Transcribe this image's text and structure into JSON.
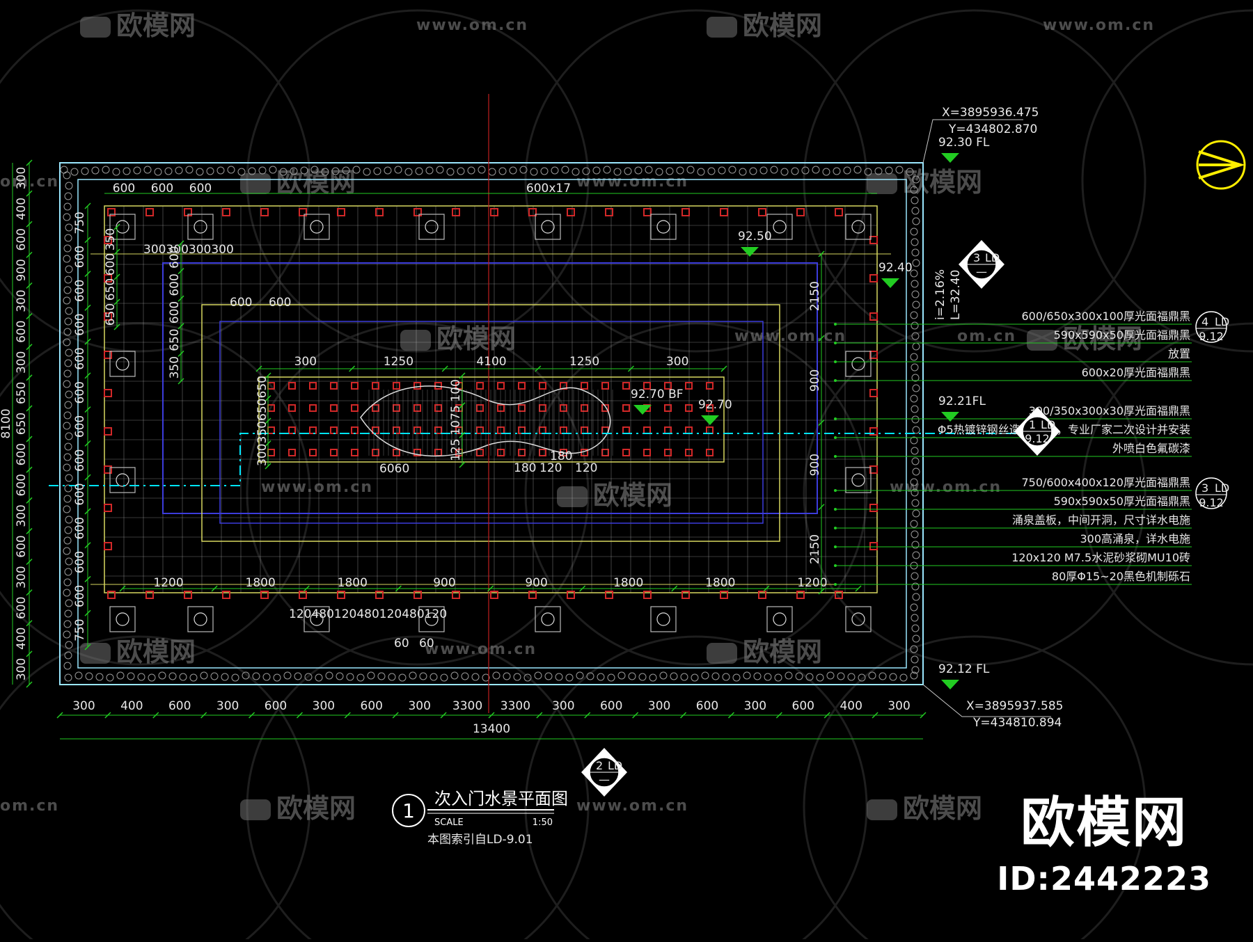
{
  "watermarks": {
    "logo_text": "欧模网",
    "url": "www.om.cn",
    "url_short": "om.cn"
  },
  "brand": {
    "logo": "欧模网",
    "id": "ID:2442223"
  },
  "colors": {
    "background": "#000000",
    "boundary": "#9be7ff",
    "dimension": "#22cc22",
    "paving": "#d8d860",
    "pool": "#3c3cdc",
    "pier": "#d22828",
    "axis": "#00e5ff",
    "level": "#22cc22",
    "north": "#ffee00"
  },
  "title": {
    "number": "1",
    "name": "次入门水景平面图",
    "scale_label": "SCALE",
    "scale": "1:50",
    "index_note": "本图索引自LD-9.01"
  },
  "north_arrow": {
    "icon": "north-arrow-icon"
  },
  "coordinates": {
    "top": {
      "x": "X=3895936.475",
      "y": "Y=434802.870"
    },
    "bottom": {
      "x": "X=3895937.585",
      "y": "Y=434810.894"
    }
  },
  "levels": {
    "top_fl": "92.30 FL",
    "pool_1": "92.50",
    "pool_2": "92.40",
    "center_bf": "92.70 BF",
    "center": "92.70",
    "mid_fl": "92.21FL",
    "bottom_fl": "92.12 FL"
  },
  "slope": {
    "gradient": "i=2.16%",
    "length": "L=32.40"
  },
  "section_marks": [
    {
      "num": "3",
      "sheet": "LD",
      "ref": "—"
    },
    {
      "num": "1",
      "sheet": "LD",
      "ref": "9.12"
    },
    {
      "num": "2",
      "sheet": "LD",
      "ref": "—"
    }
  ],
  "callouts": [
    {
      "text": "600/650x300x100厚光面福鼎黑",
      "tag_num": "4",
      "tag_sheet": "LD",
      "tag_ref": "9.12"
    },
    {
      "text": "590x590x50厚光面福鼎黑"
    },
    {
      "text": "放置"
    },
    {
      "text": "600x20厚光面福鼎黑"
    },
    {
      "text": "300/350x300x30厚光面福鼎黑"
    },
    {
      "text": "Φ5热镀锌钢丝造型@25，专业厂家二次设计并安装"
    },
    {
      "text": "外喷白色氟碳漆"
    },
    {
      "text": "750/600x400x120厚光面福鼎黑",
      "tag_num": "3",
      "tag_sheet": "LD",
      "tag_ref": "9.12"
    },
    {
      "text": "590x590x50厚光面福鼎黑"
    },
    {
      "text": "涌泉盖板，中间开洞，尺寸详水电施"
    },
    {
      "text": "300高涌泉，详水电施"
    },
    {
      "text": "120x120 M7.5水泥砂浆砌MU10砖"
    },
    {
      "text": "80厚Φ15~20黑色机制砾石"
    }
  ],
  "dims": {
    "left": [
      "300",
      "400",
      "600",
      "900",
      "300",
      "600",
      "300",
      "650",
      "650",
      "600",
      "600",
      "300",
      "600",
      "300",
      "600",
      "400",
      "300"
    ],
    "left_total": "8100",
    "left_inner": [
      "750",
      "600",
      "600",
      "600",
      "600",
      "600",
      "600",
      "600",
      "600",
      "600",
      "600",
      "600",
      "750"
    ],
    "bottom": [
      "300",
      "400",
      "600",
      "300",
      "600",
      "300",
      "600",
      "300",
      "3300",
      "3300",
      "300",
      "600",
      "300",
      "600",
      "300",
      "600",
      "400",
      "300"
    ],
    "bottom_total": "13400",
    "top_inner": [
      "600",
      "600",
      "600",
      "600x17"
    ],
    "inner_row_a": [
      "1200",
      "1800",
      "1800",
      "900",
      "900",
      "1800",
      "1800",
      "1200"
    ],
    "inner_row_b": [
      "300",
      "1250",
      "4100",
      "1250",
      "300"
    ],
    "small_a": "300300300300",
    "small_b": "120480120480120480120",
    "small_c": [
      "60",
      "60"
    ],
    "small_d": "6060",
    "small_e": [
      "180",
      "120",
      "180",
      "120"
    ],
    "small_f": [
      "600",
      "600"
    ],
    "center_v": [
      "100",
      "1075",
      "125"
    ],
    "left_v1": [
      "350",
      "600",
      "650",
      "650"
    ],
    "left_v2": [
      "600",
      "600",
      "600",
      "650",
      "350"
    ],
    "right_v": [
      "2150",
      "900",
      "900",
      "2150"
    ],
    "center_left_v": [
      "650",
      "650",
      "350",
      "300"
    ]
  }
}
